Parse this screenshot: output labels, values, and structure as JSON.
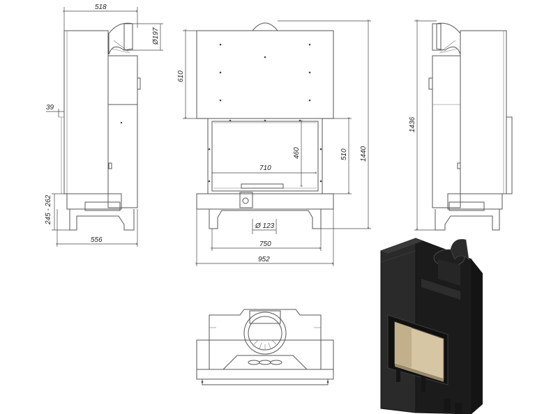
{
  "dimensions": {
    "side_depth_top": "518",
    "flue_diameter": "Ø197",
    "side_offset": "39",
    "leg_height": "245 - 262",
    "side_depth_bottom": "556",
    "front_upper_height": "610",
    "front_total_height": "1440",
    "door_height": "460",
    "opening_height": "510",
    "door_width": "710",
    "air_inlet_diameter": "Ø 123",
    "base_width": "750",
    "total_width": "952",
    "right_side_height": "1436"
  },
  "colors": {
    "line": "#555555",
    "body_dark": "#1b1b1b",
    "glass": "#d7c6a4"
  }
}
